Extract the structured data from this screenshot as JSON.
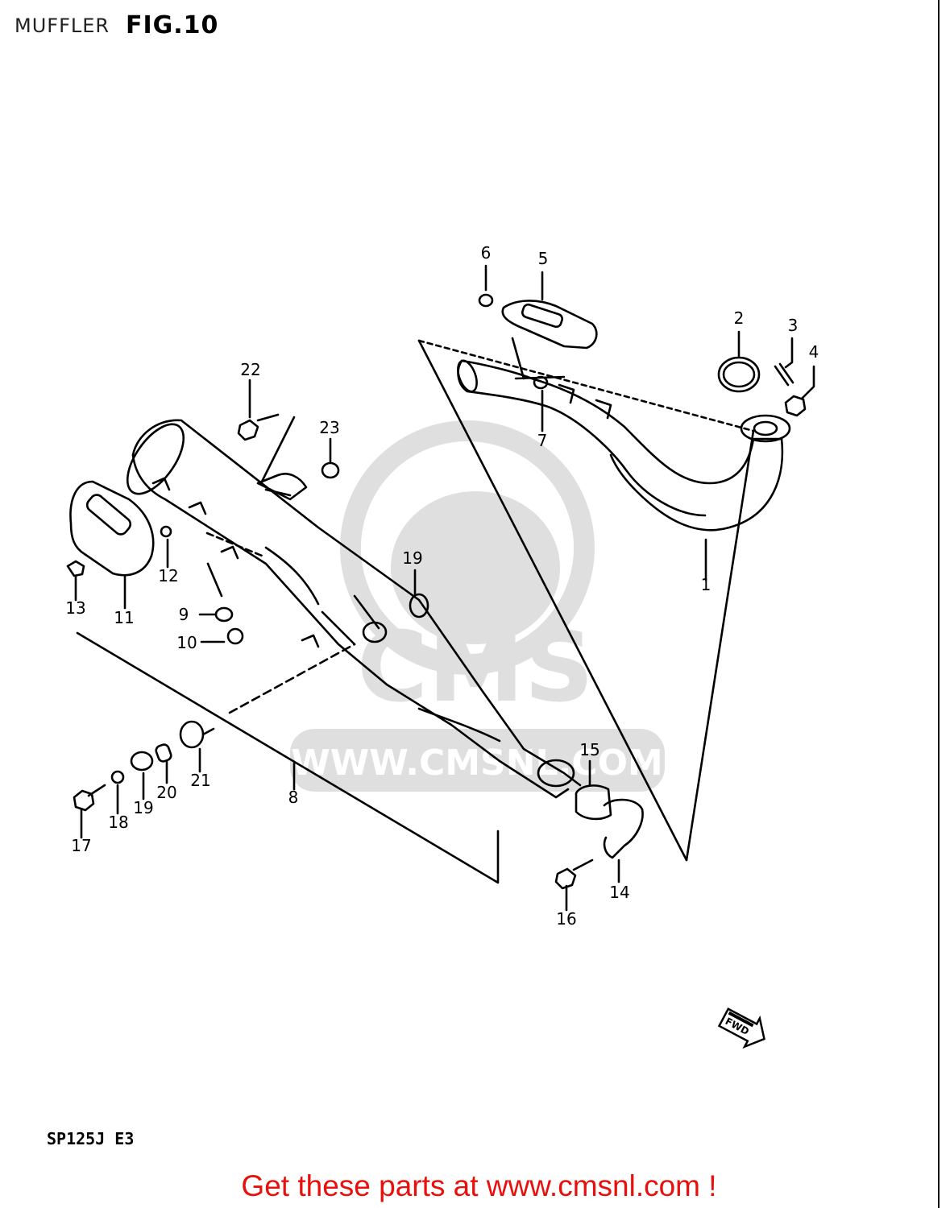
{
  "header": {
    "section": "MUFFLER",
    "figure": "FIG.10"
  },
  "callouts": {
    "p1": "1",
    "p2": "2",
    "p3": "3",
    "p4": "4",
    "p5": "5",
    "p6": "6",
    "p7": "7",
    "p8": "8",
    "p9": "9",
    "p10": "10",
    "p11": "11",
    "p12": "12",
    "p13": "13",
    "p14": "14",
    "p15": "15",
    "p16": "16",
    "p17": "17",
    "p18": "18",
    "p19a": "19",
    "p19b": "19",
    "p20": "20",
    "p21": "21",
    "p22": "22",
    "p23": "23"
  },
  "fwd_label": "FWD",
  "watermark": {
    "brand": "CMS",
    "url": "WWW.CMSNL.COM"
  },
  "model_code": "SP125J E3",
  "footer": {
    "link_text": "Get these parts at www.cmsnl.com !",
    "color": "#e8100c"
  }
}
